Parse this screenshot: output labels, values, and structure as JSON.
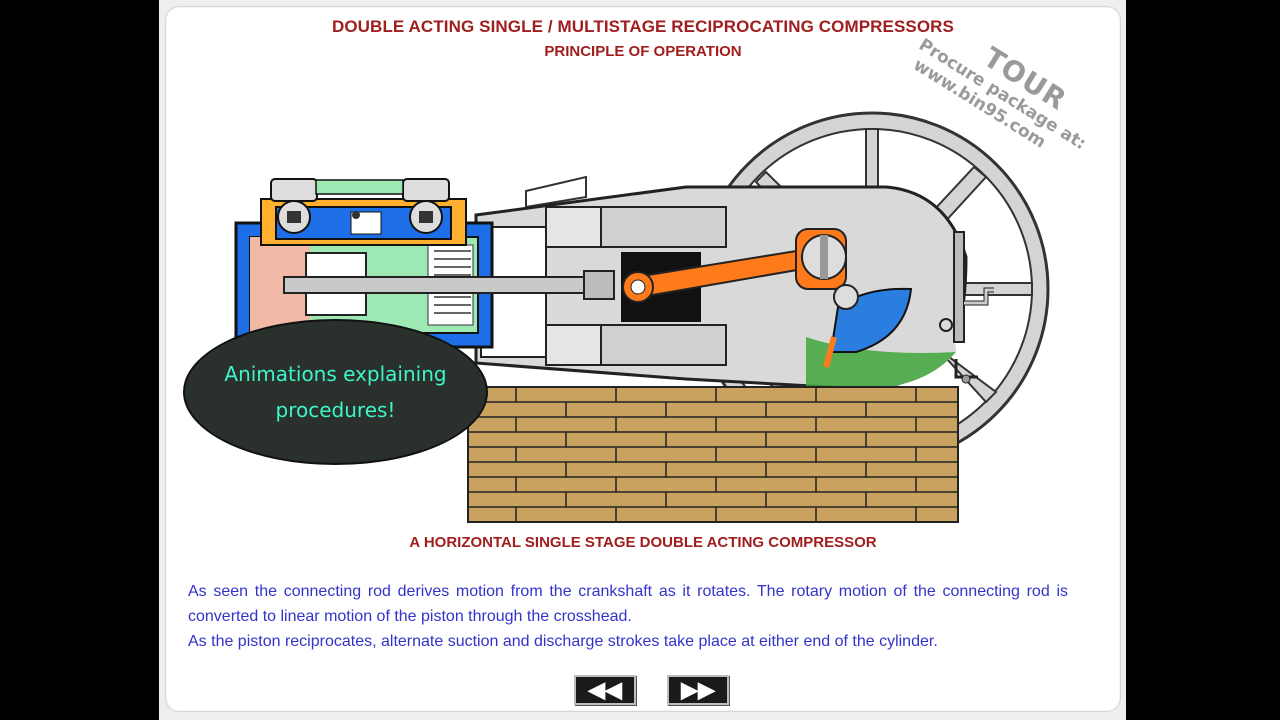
{
  "header": {
    "title": "DOUBLE ACTING SINGLE / MULTISTAGE RECIPROCATING COMPRESSORS",
    "subtitle": "PRINCIPLE OF OPERATION"
  },
  "watermark": {
    "brand": "TOUR",
    "line1": "Procure package at:",
    "line2": "www.bin95.com"
  },
  "bubble": {
    "text": "Animations explaining procedures!"
  },
  "caption": "A HORIZONTAL SINGLE STAGE DOUBLE ACTING COMPRESSOR",
  "description": {
    "para1": "As seen the connecting rod derives motion from the crankshaft as it rotates. The rotary motion of the connecting rod is converted to linear motion of the piston through the crosshead.",
    "para2": "As the piston reciprocates, alternate suction and discharge strokes take place at either end of the cylinder."
  },
  "nav": {
    "prev_label": "◀◀",
    "next_label": "▶▶"
  },
  "colors": {
    "title": "#a01e1e",
    "body_text": "#3333cc",
    "bubble_text": "#3df5c8",
    "cylinder_blue": "#1e6ee8",
    "rod_orange": "#ff7a1a",
    "brick": "#c8a25e"
  }
}
